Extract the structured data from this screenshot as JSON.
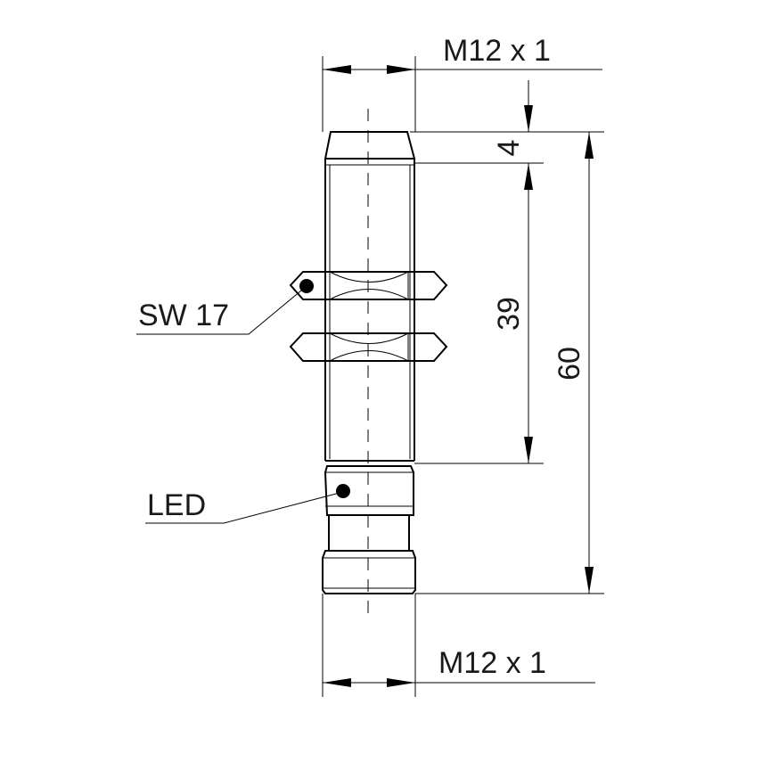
{
  "labels": {
    "thread_top": "M12 x 1",
    "thread_bottom": "M12 x 1",
    "dim_4": "4",
    "dim_39": "39",
    "dim_60": "60",
    "wrench_size": "SW 17",
    "led": "LED"
  }
}
